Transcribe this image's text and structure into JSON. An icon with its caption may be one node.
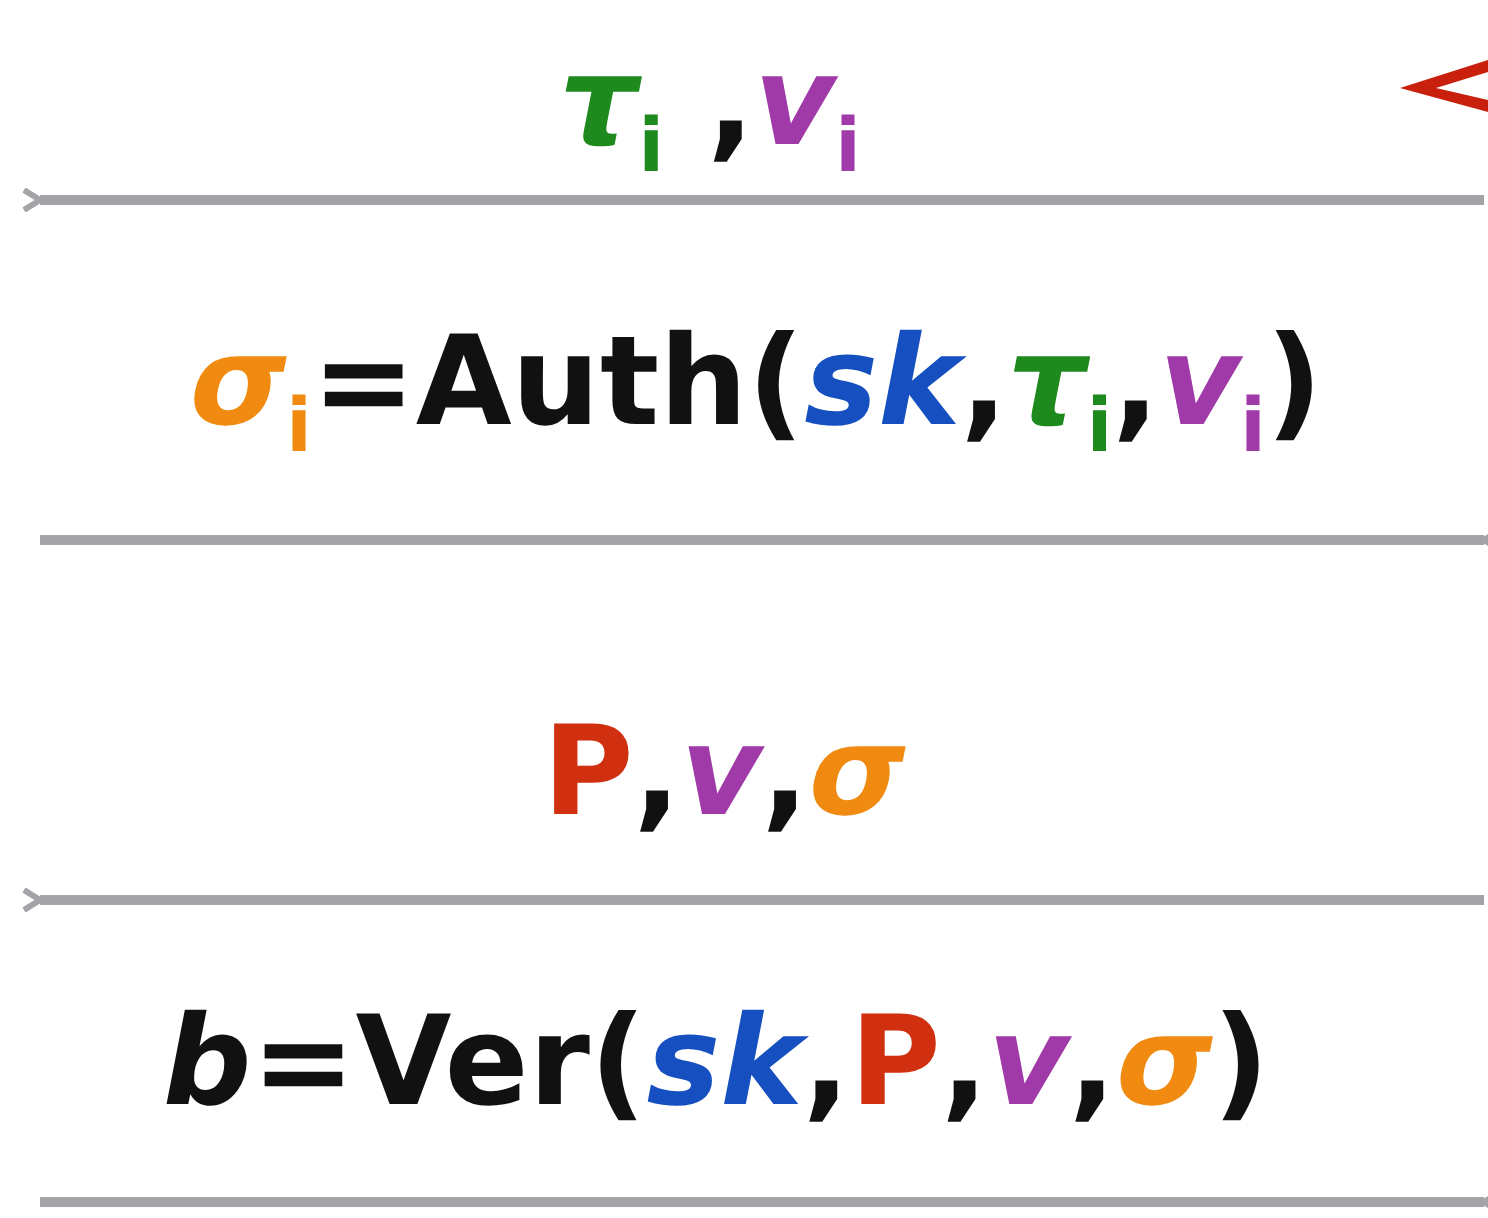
{
  "diagram": {
    "labels": [
      "*τ*$_{i}$ ,*v*$_{i}$",
      "*σ*$_{i}$=Auth(*sk*,*τ*$_{i}$,*v*$_{i}$)",
      "**P**,*v*,*σ*",
      "*b*=Ver(*sk*,**P**,*v*,*σ*)"
    ]
  }
}
